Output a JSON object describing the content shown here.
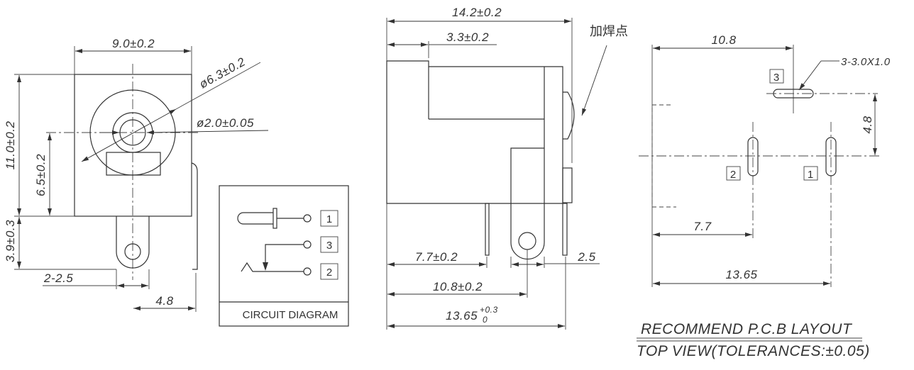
{
  "front_view": {
    "width_dim": "9.0±0.2",
    "height_dim": "11.0±0.2",
    "center_height_dim": "6.5±0.2",
    "outer_diameter_dim": "ø6.3±0.2",
    "pin_diameter_dim": "ø2.0±0.05",
    "tab_length_dim": "3.9±0.3",
    "tab_width_dim": "2-2.5",
    "pin_offset_dim": "4.8"
  },
  "circuit_diagram": {
    "title": "CIRCUIT DIAGRAM",
    "pins": [
      "1",
      "3",
      "2"
    ]
  },
  "side_view": {
    "length_dim": "14.2±0.2",
    "step_dim": "3.3±0.2",
    "solder_note": "加焊点",
    "pin2_dim": "7.7±0.2",
    "pin3_dim": "10.8±0.2",
    "pin1_dim": "13.65",
    "pin1_tol_upper": "+0.3",
    "pin1_tol_lower": "0",
    "tab_dim": "2.5"
  },
  "pcb_layout": {
    "slot3_x_dim": "10.8",
    "slot_spec": "3-3.0X1.0",
    "slot3_y_dim": "4.8",
    "slot2_x_dim": "7.7",
    "slot1_x_dim": "13.65",
    "pin_labels": [
      "3",
      "2",
      "1"
    ],
    "title": "RECOMMEND P.C.B LAYOUT",
    "subtitle": "TOP VIEW(TOLERANCES:±0.05)"
  }
}
